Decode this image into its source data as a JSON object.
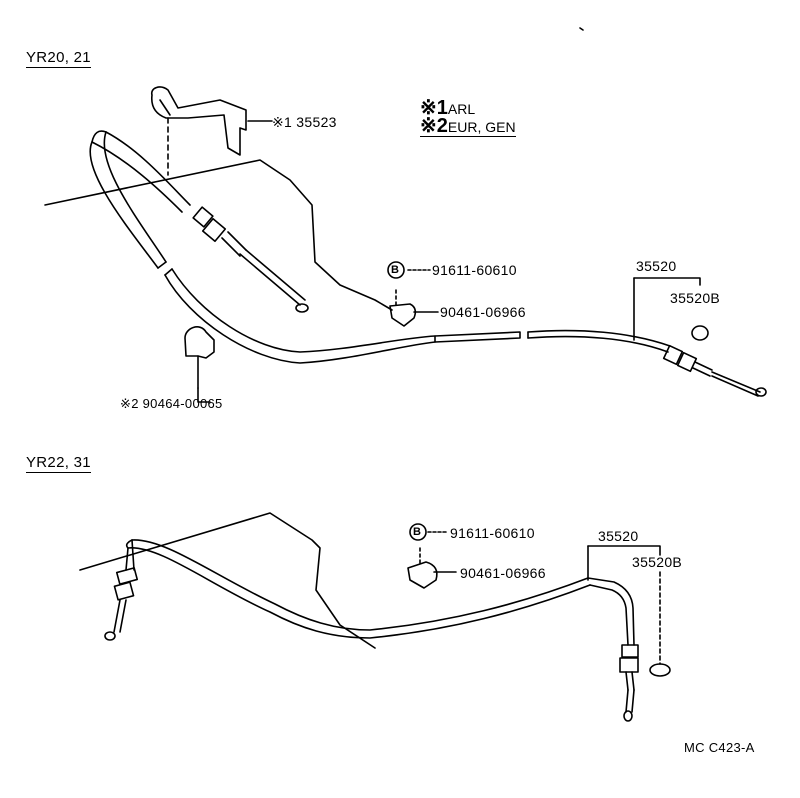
{
  "sections": {
    "top_title": "YR20, 21",
    "bottom_title": "YR22, 31"
  },
  "notes": {
    "n1_mark": "※1",
    "n1_text": "ARL",
    "n2_mark": "※2",
    "n2_text": "EUR, GEN"
  },
  "top_parts": {
    "bracket": "※1 35523",
    "bolt_badge": "B",
    "bolt": "91611-60610",
    "clamp": "90461-06966",
    "cable": "35520",
    "ring": "35520B",
    "clip": "※2 90464-00065"
  },
  "bottom_parts": {
    "bolt_badge": "B",
    "bolt": "91611-60610",
    "clamp": "90461-06966",
    "cable": "35520",
    "ring": "35520B"
  },
  "footer": {
    "code": "MC C423-A"
  }
}
